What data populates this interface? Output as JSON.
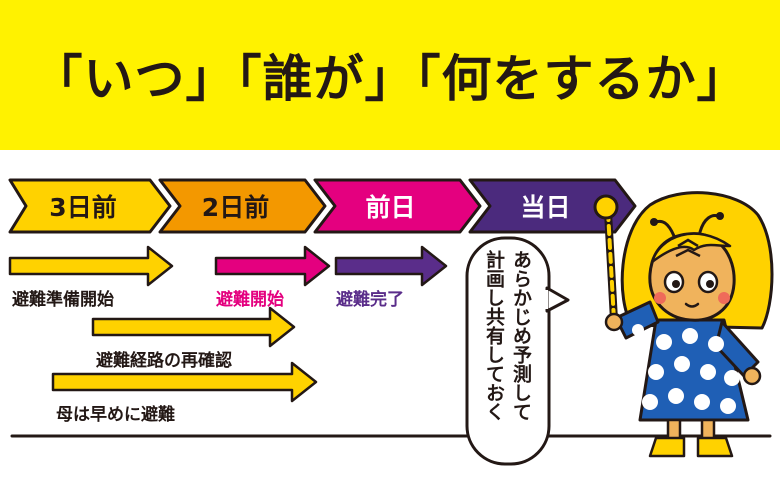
{
  "banner": {
    "title": "「いつ」「誰が」「何をするか」"
  },
  "timeline": {
    "stages": [
      {
        "label": "3日前",
        "color": "#ffd200",
        "text_color": "#231815"
      },
      {
        "label": "2日前",
        "color": "#f39800",
        "text_color": "#231815"
      },
      {
        "label": "前日",
        "color": "#e4007f",
        "text_color": "#ffffff"
      },
      {
        "label": "当日",
        "color": "#4b2a7d",
        "text_color": "#ffffff"
      }
    ]
  },
  "tasks": [
    {
      "label": "避難準備開始",
      "color": "#ffd200",
      "text_color": "#231815"
    },
    {
      "label": "避難開始",
      "color": "#e4007f",
      "text_color": "#e4007f"
    },
    {
      "label": "避難完了",
      "color": "#5a2d8a",
      "text_color": "#5a2d8a"
    },
    {
      "label": "避難経路の再確認",
      "color": "#ffd200",
      "text_color": "#231815"
    },
    {
      "label": "母は早めに避難",
      "color": "#ffd200",
      "text_color": "#231815"
    }
  ],
  "speech_bubble": {
    "text": "あらかじめ予測して計画し共有しておく"
  },
  "colors": {
    "banner": "#fff200",
    "outline": "#231815",
    "dress": "#1f5fb5",
    "hair": "#ffd200"
  }
}
